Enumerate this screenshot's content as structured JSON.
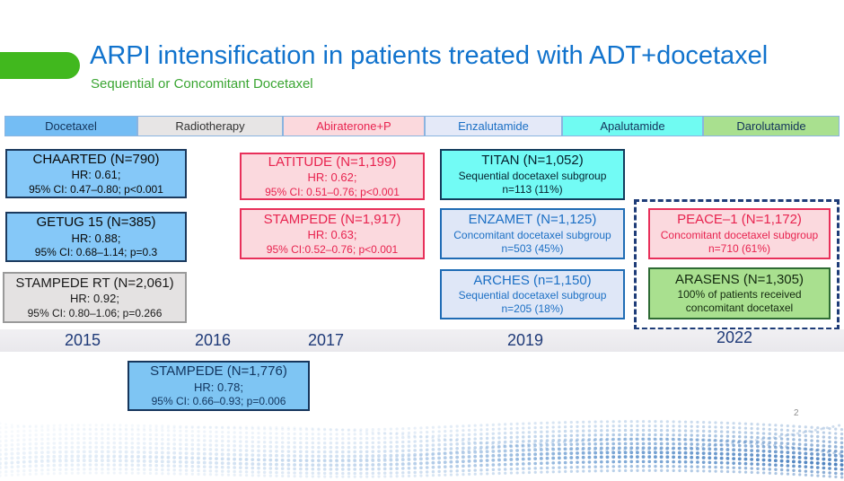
{
  "slide": {
    "title": "ARPI intensification in patients treated with ADT+docetaxel",
    "subtitle": "Sequential or Concomitant Docetaxel",
    "page_number": "2"
  },
  "colors": {
    "title_blue": "#1173cd",
    "subtitle_green": "#3aa532",
    "accent_bar_green": "#41b81e",
    "docetaxel_fill": "#74bdf4",
    "radiotherapy_fill": "#e7e5e5",
    "abiraterone_fill": "#fbd9dd",
    "enzalutamide_fill": "#e4e9f8",
    "apalutamide_fill": "#70fbf2",
    "darolutamide_fill": "#a9e08f",
    "pink_text": "#e8234f",
    "blue_text": "#1b6fc4",
    "navy_text": "#1f3a78",
    "dashed_border_navy": "#1e3c78",
    "trial_blue_fill": "#85c8f8",
    "trial_gray_fill": "#e4e2e2",
    "trial_green_border": "#2e6b34"
  },
  "legend": {
    "items": [
      {
        "label": "Docetaxel"
      },
      {
        "label": "Radiotherapy"
      },
      {
        "label": "Abiraterone+P"
      },
      {
        "label": "Enzalutamide"
      },
      {
        "label": "Apalutamide"
      },
      {
        "label": "Darolutamide"
      }
    ]
  },
  "trials": {
    "chaarted": {
      "line1": "CHAARTED (N=790)",
      "line2": "HR: 0.61;",
      "line3": "95% CI: 0.47–0.80; p<0.001"
    },
    "getug": {
      "line1": "GETUG 15 (N=385)",
      "line2": "HR: 0.88;",
      "line3": "95% CI: 0.68–1.14; p=0.3"
    },
    "stampede_rt": {
      "line1": "STAMPEDE RT (N=2,061)",
      "line2": "HR: 0.92;",
      "line3": "95% CI: 0.80–1.06; p=0.266"
    },
    "latitude": {
      "line1": "LATITUDE (N=1,199)",
      "line2": "HR: 0.62;",
      "line3": "95% CI: 0.51–0.76; p<0.001"
    },
    "stampede": {
      "line1": "STAMPEDE (N=1,917)",
      "line2": "HR: 0.63;",
      "line3": "95% CI:0.52–0.76; p<0.001"
    },
    "titan": {
      "line1": "TITAN (N=1,052)",
      "line2": "Sequential docetaxel subgroup",
      "line3": "n=113 (11%)"
    },
    "enzamet": {
      "line1": "ENZAMET (N=1,125)",
      "line2": "Concomitant docetaxel subgroup",
      "line3": "n=503 (45%)"
    },
    "arches": {
      "line1": "ARCHES (n=1,150)",
      "line2": "Sequential docetaxel subgroup",
      "line3": "n=205 (18%)"
    },
    "peace1": {
      "line1": "PEACE–1 (N=1,172)",
      "line2": "Concomitant docetaxel subgroup",
      "line3": "n=710 (61%)"
    },
    "arasens": {
      "line1": "ARASENS (N=1,305)",
      "line2": "100% of patients received",
      "line3": "concomitant docetaxel"
    },
    "stampede_2016": {
      "line1": "STAMPEDE (N=1,776)",
      "line2": "HR: 0.78;",
      "line3": "95% CI: 0.66–0.93; p=0.006"
    }
  },
  "timeline": {
    "years": [
      "2015",
      "2016",
      "2017",
      "2019",
      "2022"
    ]
  }
}
